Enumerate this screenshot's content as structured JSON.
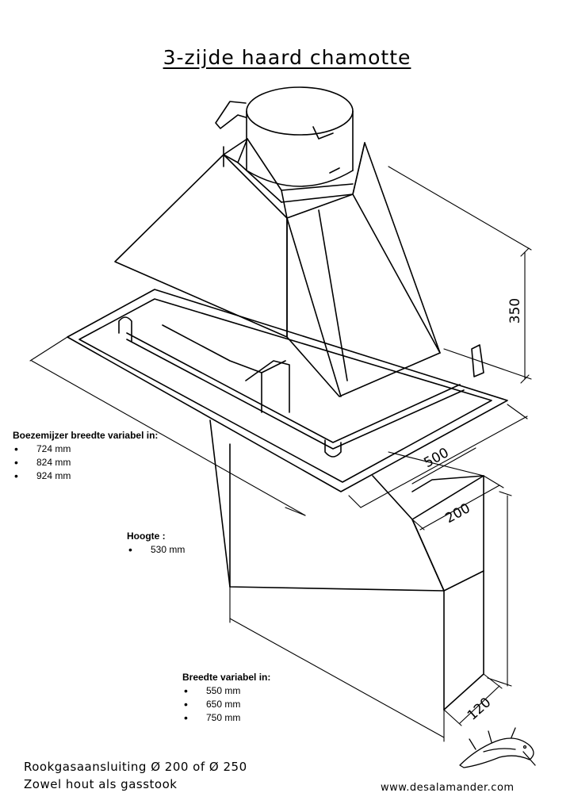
{
  "title": "3-zijde haard chamotte",
  "dimensions": {
    "hood_height": "350",
    "depth": "500",
    "base_depth": "200",
    "base_side": "120"
  },
  "boezemijzer": {
    "heading": "Boezemijzer breedte variabel in:",
    "items": [
      "724 mm",
      "824 mm",
      "924 mm"
    ]
  },
  "hoogte": {
    "heading": "Hoogte :",
    "items": [
      "530 mm"
    ]
  },
  "breedte": {
    "heading": "Breedte variabel in:",
    "items": [
      "550 mm",
      "650 mm",
      "750 mm"
    ]
  },
  "footer": {
    "line1": "Rookgasaansluiting Ø 200 of Ø 250",
    "line2": "Zowel hout als gasstook",
    "website": "www.desalamander.com"
  },
  "logo_icon": "salamander-icon"
}
